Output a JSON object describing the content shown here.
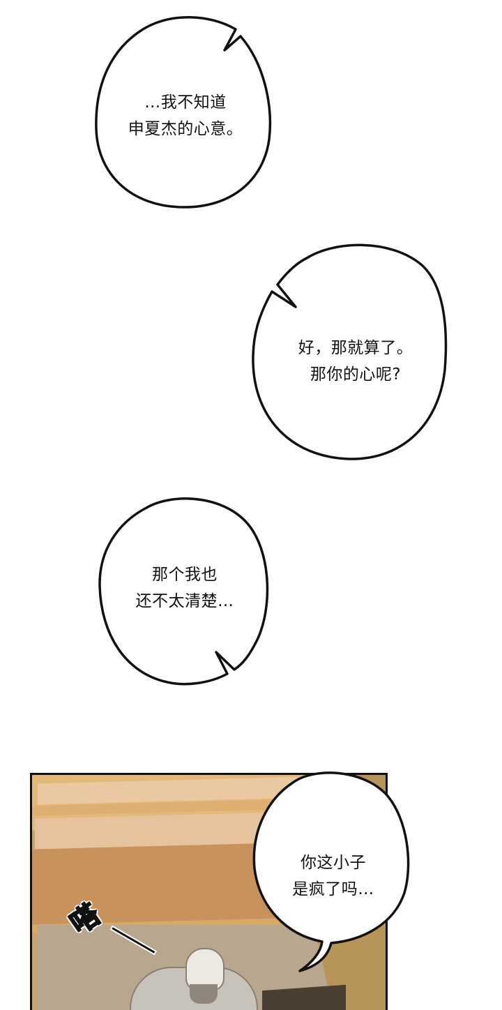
{
  "page": {
    "background": "#ffffff"
  },
  "bubbles": [
    {
      "id": "bubble-1",
      "lines": [
        "…我不知道",
        "申夏杰的心意。"
      ]
    },
    {
      "id": "bubble-2",
      "lines": [
        "好，那就算了。",
        "那你的心呢?"
      ]
    },
    {
      "id": "bubble-3",
      "lines": [
        "那个我也",
        "还不太清楚…"
      ]
    },
    {
      "id": "bubble-4",
      "lines": [
        "你这小子",
        "是疯了吗…"
      ]
    }
  ],
  "panel": {
    "sound_effect": "嗒",
    "colors": {
      "top_wood": "#e8bd80",
      "light_step": "#e8c9a3",
      "mid_step": "#c9935e",
      "floor": "#b9a88f",
      "right_wall": "#b8965c",
      "border": "#111111"
    },
    "figure": {
      "description": "person in white cap and grey hoodie seen from above",
      "cap_color": "#ece8e2",
      "hoodie_color": "#c9c4bb"
    }
  }
}
